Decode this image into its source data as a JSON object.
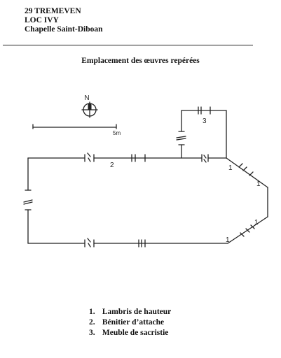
{
  "header": {
    "line1": "29 TREMEVEN",
    "line2": "LOC IVY",
    "line3": "Chapelle Saint-Diboan"
  },
  "caption": "Emplacement des œuvres repérées",
  "plan": {
    "north_label": "N",
    "scale_label": "5m",
    "markers": {
      "m1a": "1",
      "m1b": "1",
      "m1c": "1",
      "m1d": "1",
      "m2": "2",
      "m3": "3"
    }
  },
  "legend": [
    {
      "num": "1.",
      "label": "Lambris de hauteur"
    },
    {
      "num": "2.",
      "label": "Bénitier d’attache"
    },
    {
      "num": "3.",
      "label": "Meuble de sacristie"
    }
  ]
}
